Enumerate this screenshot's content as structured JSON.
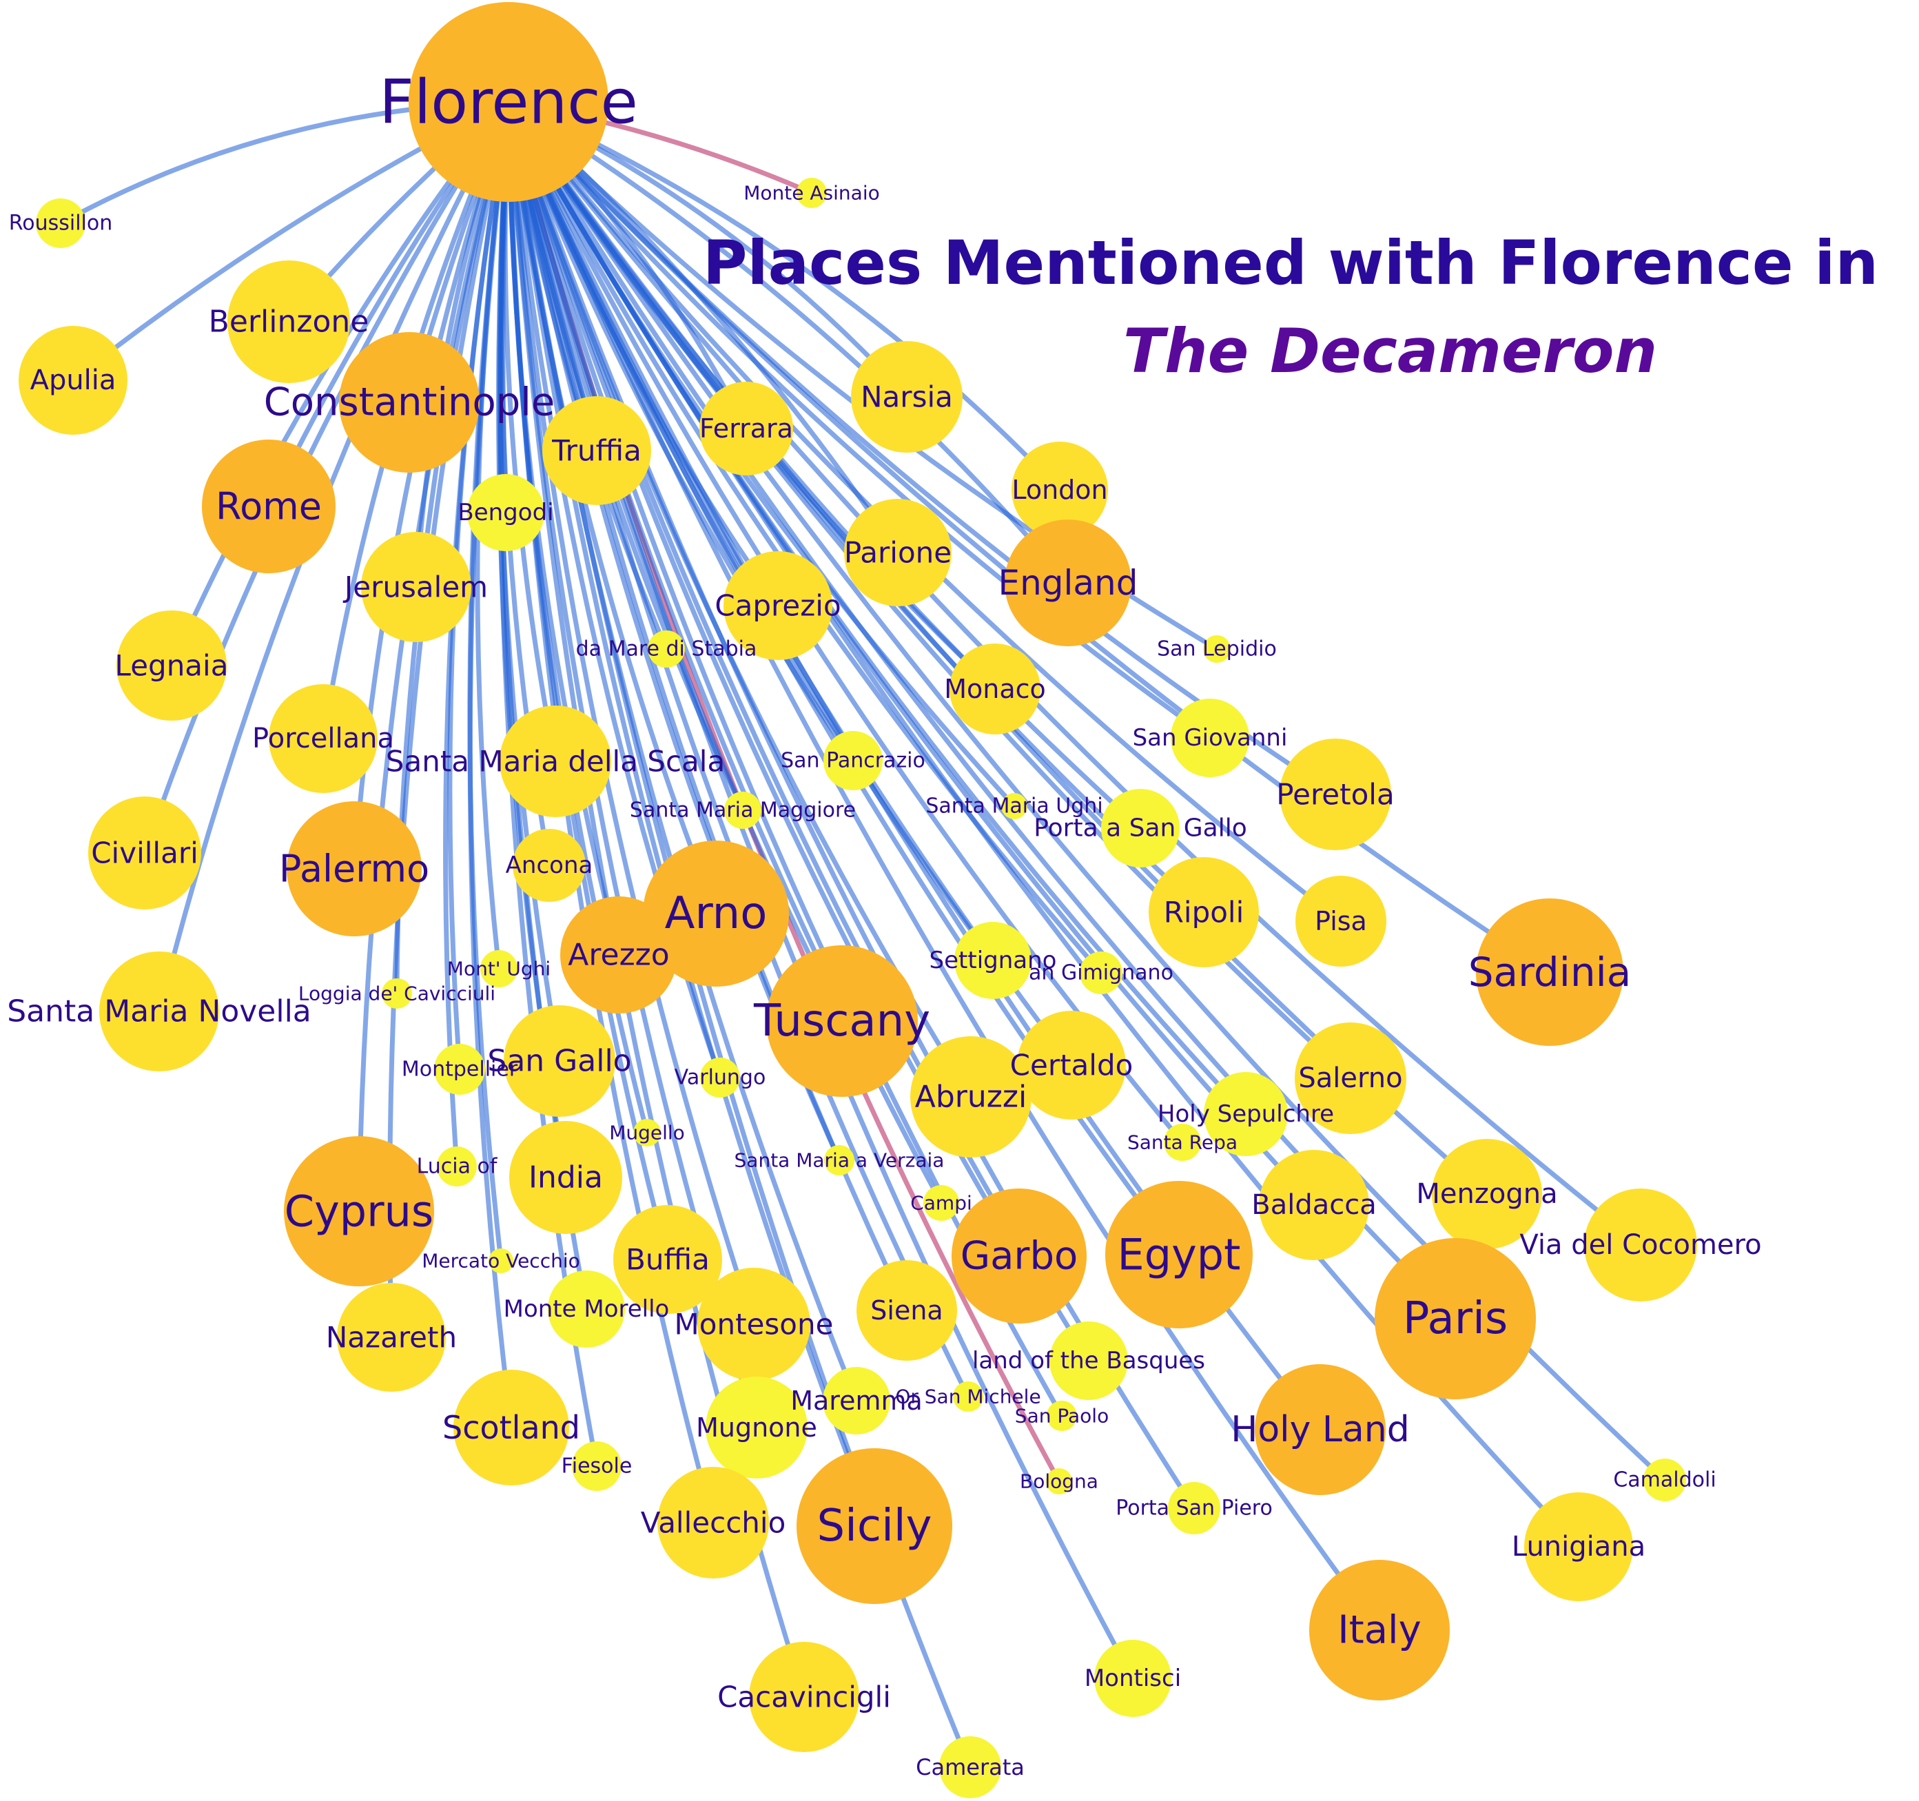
{
  "title": {
    "line1": "Places Mentioned with Florence in",
    "line2": "The Decameron"
  },
  "colors": {
    "title": "#2a0a9a",
    "title_italic": "#5a0a9a",
    "label": "#2d0a8c",
    "edge": "#1f5fd6",
    "edge_highlight": "#c85a86",
    "node_large": "#fbb52a",
    "node_mid": "#fde02e",
    "node_small": "#f7f535"
  },
  "nodes": [
    {
      "name": "Florence",
      "tier": "large"
    },
    {
      "name": "Monte Asinaio",
      "tier": "small"
    },
    {
      "name": "Roussillon",
      "tier": "small"
    },
    {
      "name": "Apulia",
      "tier": "mid"
    },
    {
      "name": "Berlinzone",
      "tier": "mid"
    },
    {
      "name": "Constantinople",
      "tier": "large"
    },
    {
      "name": "Rome",
      "tier": "large"
    },
    {
      "name": "Bengodi",
      "tier": "small"
    },
    {
      "name": "Truffia",
      "tier": "mid"
    },
    {
      "name": "Ferrara",
      "tier": "mid"
    },
    {
      "name": "Narsia",
      "tier": "mid"
    },
    {
      "name": "London",
      "tier": "mid"
    },
    {
      "name": "Parione",
      "tier": "mid"
    },
    {
      "name": "England",
      "tier": "large"
    },
    {
      "name": "Jerusalem",
      "tier": "mid"
    },
    {
      "name": "Caprezio",
      "tier": "mid"
    },
    {
      "name": "Legnaia",
      "tier": "mid"
    },
    {
      "name": "da Mare di Stabia",
      "tier": "small"
    },
    {
      "name": "San Lepidio",
      "tier": "small"
    },
    {
      "name": "Monaco",
      "tier": "mid"
    },
    {
      "name": "Porcellana",
      "tier": "mid"
    },
    {
      "name": "San Giovanni",
      "tier": "small"
    },
    {
      "name": "Santa Maria della Scala",
      "tier": "mid"
    },
    {
      "name": "San Pancrazio",
      "tier": "small"
    },
    {
      "name": "Peretola",
      "tier": "mid"
    },
    {
      "name": "Santa Maria Maggiore",
      "tier": "small"
    },
    {
      "name": "Santa Maria Ughi",
      "tier": "small"
    },
    {
      "name": "Porta a San Gallo",
      "tier": "small"
    },
    {
      "name": "Civillari",
      "tier": "mid"
    },
    {
      "name": "Palermo",
      "tier": "large"
    },
    {
      "name": "Ancona",
      "tier": "mid"
    },
    {
      "name": "Arno",
      "tier": "large"
    },
    {
      "name": "Ripoli",
      "tier": "mid"
    },
    {
      "name": "Pisa",
      "tier": "mid"
    },
    {
      "name": "Sardinia",
      "tier": "large"
    },
    {
      "name": "Arezzo",
      "tier": "large"
    },
    {
      "name": "Mont' Ughi",
      "tier": "small"
    },
    {
      "name": "Settignano",
      "tier": "small"
    },
    {
      "name": "San Gimignano",
      "tier": "small"
    },
    {
      "name": "Loggia de' Cavicciuli",
      "tier": "small"
    },
    {
      "name": "Santa Maria Novella",
      "tier": "mid"
    },
    {
      "name": "Tuscany",
      "tier": "large"
    },
    {
      "name": "San Gallo",
      "tier": "mid"
    },
    {
      "name": "Certaldo",
      "tier": "mid"
    },
    {
      "name": "Montpellier",
      "tier": "small"
    },
    {
      "name": "Varlungo",
      "tier": "small"
    },
    {
      "name": "Abruzzi",
      "tier": "mid"
    },
    {
      "name": "Salerno",
      "tier": "mid"
    },
    {
      "name": "Holy Sepulchre",
      "tier": "small"
    },
    {
      "name": "Mugello",
      "tier": "small"
    },
    {
      "name": "Santa Reparata",
      "tier": "small"
    },
    {
      "name": "Santa Lucia of Prato",
      "tier": "small"
    },
    {
      "name": "India",
      "tier": "mid"
    },
    {
      "name": "Santa Maria a Verzaia",
      "tier": "small"
    },
    {
      "name": "Cyprus",
      "tier": "large"
    },
    {
      "name": "Campi",
      "tier": "small"
    },
    {
      "name": "Baldacca",
      "tier": "mid"
    },
    {
      "name": "Menzogna",
      "tier": "mid"
    },
    {
      "name": "Garbo",
      "tier": "large"
    },
    {
      "name": "Egypt",
      "tier": "large"
    },
    {
      "name": "Via del Cocomero",
      "tier": "mid"
    },
    {
      "name": "Mercato Vecchio",
      "tier": "small"
    },
    {
      "name": "Buffia",
      "tier": "mid"
    },
    {
      "name": "Paris",
      "tier": "large"
    },
    {
      "name": "Monte Morello",
      "tier": "small"
    },
    {
      "name": "Montesone",
      "tier": "mid"
    },
    {
      "name": "Siena",
      "tier": "mid"
    },
    {
      "name": "Nazareth",
      "tier": "mid"
    },
    {
      "name": "land of the Basques",
      "tier": "small"
    },
    {
      "name": "Maremma",
      "tier": "small"
    },
    {
      "name": "Orsan Michele",
      "tier": "small"
    },
    {
      "name": "San Paolo",
      "tier": "small"
    },
    {
      "name": "Scotland",
      "tier": "mid"
    },
    {
      "name": "Mugnone",
      "tier": "small"
    },
    {
      "name": "Holy Land",
      "tier": "large"
    },
    {
      "name": "Fiesole",
      "tier": "small"
    },
    {
      "name": "Camaldoli",
      "tier": "small"
    },
    {
      "name": "Bologna",
      "tier": "small"
    },
    {
      "name": "Porta San Piero",
      "tier": "small"
    },
    {
      "name": "Vallecchio",
      "tier": "mid"
    },
    {
      "name": "Sicily",
      "tier": "large"
    },
    {
      "name": "Lunigiana",
      "tier": "mid"
    },
    {
      "name": "Italy",
      "tier": "large"
    },
    {
      "name": "Montisci",
      "tier": "small"
    },
    {
      "name": "Cacavincigli",
      "tier": "mid"
    },
    {
      "name": "Camerata",
      "tier": "small"
    }
  ],
  "node_labels": [
    {
      "name": "Florence",
      "text": "Florence"
    },
    {
      "name": "Monte Asinaio",
      "text": "Monte Asinaio"
    },
    {
      "name": "Roussillon",
      "text": "Roussillon"
    },
    {
      "name": "Apulia",
      "text": "Apulia"
    },
    {
      "name": "Berlinzone",
      "text": "Berlinzone"
    },
    {
      "name": "Constantinople",
      "text": "Constantinople"
    },
    {
      "name": "Rome",
      "text": "Rome"
    },
    {
      "name": "Bengodi",
      "text": "Bengodi"
    },
    {
      "name": "Truffia",
      "text": "Truffia"
    },
    {
      "name": "Ferrara",
      "text": "Ferrara"
    },
    {
      "name": "Narsia",
      "text": "Narsia"
    },
    {
      "name": "London",
      "text": "London"
    },
    {
      "name": "Parione",
      "text": "Parione"
    },
    {
      "name": "England",
      "text": "England"
    },
    {
      "name": "Jerusalem",
      "text": "Jerusalem"
    },
    {
      "name": "Caprezio",
      "text": "Caprezio"
    },
    {
      "name": "Legnaia",
      "text": "Legnaia"
    },
    {
      "name": "da Mare di Stabia",
      "text": "da Mare di Stabia"
    },
    {
      "name": "San Lepidio",
      "text": "San Lepidio"
    },
    {
      "name": "Monaco",
      "text": "Monaco"
    },
    {
      "name": "Porcellana",
      "text": "Porcellana"
    },
    {
      "name": "San Giovanni",
      "text": "San Giovanni"
    },
    {
      "name": "Santa Maria della Scala",
      "text": "Santa Maria della Scala"
    },
    {
      "name": "San Pancrazio",
      "text": "San Pancrazio"
    },
    {
      "name": "Peretola",
      "text": "Peretola"
    },
    {
      "name": "Santa Maria Maggiore",
      "text": "Santa Maria Maggiore"
    },
    {
      "name": "Santa Maria Ughi",
      "text": "Santa Maria Ughi"
    },
    {
      "name": "Porta a San Gallo",
      "text": "Porta a San Gallo"
    },
    {
      "name": "Civillari",
      "text": "Civillari"
    },
    {
      "name": "Palermo",
      "text": "Palermo"
    },
    {
      "name": "Ancona",
      "text": "Ancona"
    },
    {
      "name": "Arno",
      "text": "Arno"
    },
    {
      "name": "Ripoli",
      "text": "Ripoli"
    },
    {
      "name": "Pisa",
      "text": "Pisa"
    },
    {
      "name": "Sardinia",
      "text": "Sardinia"
    },
    {
      "name": "Arezzo",
      "text": "Arezzo"
    },
    {
      "name": "Mont' Ughi",
      "text": "Mont' Ughi"
    },
    {
      "name": "Settignano",
      "text": "Settignano"
    },
    {
      "name": "San Gimignano",
      "text": "an Gimignano"
    },
    {
      "name": "Loggia de' Cavicciuli",
      "text": "Loggia de' Cavicciuli"
    },
    {
      "name": "Santa Maria Novella",
      "text": "Santa Maria Novella"
    },
    {
      "name": "Tuscany",
      "text": "Tuscany"
    },
    {
      "name": "San Gallo",
      "text": "San Gallo"
    },
    {
      "name": "Certaldo",
      "text": "Certaldo"
    },
    {
      "name": "Montpellier",
      "text": "Montpellier"
    },
    {
      "name": "Varlungo",
      "text": "Varlungo"
    },
    {
      "name": "Abruzzi",
      "text": "Abruzzi"
    },
    {
      "name": "Salerno",
      "text": "Salerno"
    },
    {
      "name": "Holy Sepulchre",
      "text": "Holy Sepulchre"
    },
    {
      "name": "Mugello",
      "text": "Mugello"
    },
    {
      "name": "Santa Reparata",
      "text": "Santa Repa"
    },
    {
      "name": "Santa Lucia of Prato",
      "text": "Lucia of"
    },
    {
      "name": "India",
      "text": "India"
    },
    {
      "name": "Santa Maria a Verzaia",
      "text": "Santa Maria a Verzaia"
    },
    {
      "name": "Cyprus",
      "text": "Cyprus"
    },
    {
      "name": "Campi",
      "text": "Campi"
    },
    {
      "name": "Baldacca",
      "text": "Baldacca"
    },
    {
      "name": "Menzogna",
      "text": "Menzogna"
    },
    {
      "name": "Garbo",
      "text": "Garbo"
    },
    {
      "name": "Egypt",
      "text": "Egypt"
    },
    {
      "name": "Via del Cocomero",
      "text": "Via del Cocomero"
    },
    {
      "name": "Mercato Vecchio",
      "text": "Mercato Vecchio"
    },
    {
      "name": "Buffia",
      "text": "Buffia"
    },
    {
      "name": "Paris",
      "text": "Paris"
    },
    {
      "name": "Monte Morello",
      "text": "Monte Morello"
    },
    {
      "name": "Montesone",
      "text": "Montesone"
    },
    {
      "name": "Siena",
      "text": "Siena"
    },
    {
      "name": "Nazareth",
      "text": "Nazareth"
    },
    {
      "name": "land of the Basques",
      "text": "land of the Basques"
    },
    {
      "name": "Maremma",
      "text": "Maremma"
    },
    {
      "name": "Orsan Michele",
      "text": "Or San Michele"
    },
    {
      "name": "San Paolo",
      "text": "San Paolo"
    },
    {
      "name": "Scotland",
      "text": "Scotland"
    },
    {
      "name": "Mugnone",
      "text": "Mugnone"
    },
    {
      "name": "Holy Land",
      "text": "Holy Land"
    },
    {
      "name": "Fiesole",
      "text": "Fiesole"
    },
    {
      "name": "Camaldoli",
      "text": "Camaldoli"
    },
    {
      "name": "Bologna",
      "text": "Bologna"
    },
    {
      "name": "Porta San Piero",
      "text": "Porta San Piero"
    },
    {
      "name": "Vallecchio",
      "text": "Vallecchio"
    },
    {
      "name": "Sicily",
      "text": "Sicily"
    },
    {
      "name": "Lunigiana",
      "text": "Lunigiana"
    },
    {
      "name": "Italy",
      "text": "Italy"
    },
    {
      "name": "Montisci",
      "text": "Montisci"
    },
    {
      "name": "Cacavincigli",
      "text": "Cacavincigli"
    },
    {
      "name": "Camerata",
      "text": "Camerata"
    }
  ],
  "edges": [
    {
      "source": "Florence",
      "target": "Monte Asinaio",
      "highlight": true
    },
    {
      "source": "Florence",
      "target": "Bologna",
      "highlight": true
    },
    {
      "source": "Florence",
      "target": "Roussillon",
      "highlight": false
    },
    {
      "source": "Florence",
      "target": "Apulia",
      "highlight": false
    },
    {
      "source": "Florence",
      "target": "Berlinzone",
      "highlight": false
    },
    {
      "source": "Florence",
      "target": "Constantinople",
      "highlight": false
    },
    {
      "source": "Florence",
      "target": "Rome",
      "highlight": false
    },
    {
      "source": "Florence",
      "target": "Bengodi",
      "highlight": false
    },
    {
      "source": "Florence",
      "target": "Truffia",
      "highlight": false
    },
    {
      "source": "Florence",
      "target": "Ferrara",
      "highlight": false
    },
    {
      "source": "Florence",
      "target": "Narsia",
      "highlight": false
    },
    {
      "source": "Florence",
      "target": "London",
      "highlight": false
    },
    {
      "source": "Florence",
      "target": "Parione",
      "highlight": false
    },
    {
      "source": "Florence",
      "target": "England",
      "highlight": false
    },
    {
      "source": "Florence",
      "target": "Jerusalem",
      "highlight": false
    },
    {
      "source": "Florence",
      "target": "Caprezio",
      "highlight": false
    },
    {
      "source": "Florence",
      "target": "Legnaia",
      "highlight": false
    },
    {
      "source": "Florence",
      "target": "da Mare di Stabia",
      "highlight": false
    },
    {
      "source": "Florence",
      "target": "San Lepidio",
      "highlight": false
    },
    {
      "source": "Florence",
      "target": "Monaco",
      "highlight": false
    },
    {
      "source": "Florence",
      "target": "Porcellana",
      "highlight": false
    },
    {
      "source": "Florence",
      "target": "San Giovanni",
      "highlight": false
    },
    {
      "source": "Florence",
      "target": "Santa Maria della Scala",
      "highlight": false
    },
    {
      "source": "Florence",
      "target": "San Pancrazio",
      "highlight": false
    },
    {
      "source": "Florence",
      "target": "Peretola",
      "highlight": false
    },
    {
      "source": "Florence",
      "target": "Santa Maria Maggiore",
      "highlight": false
    },
    {
      "source": "Florence",
      "target": "Santa Maria Ughi",
      "highlight": false
    },
    {
      "source": "Florence",
      "target": "Porta a San Gallo",
      "highlight": false
    },
    {
      "source": "Florence",
      "target": "Civillari",
      "highlight": false
    },
    {
      "source": "Florence",
      "target": "Palermo",
      "highlight": false
    },
    {
      "source": "Florence",
      "target": "Ancona",
      "highlight": false
    },
    {
      "source": "Florence",
      "target": "Arno",
      "highlight": false
    },
    {
      "source": "Florence",
      "target": "Ripoli",
      "highlight": false
    },
    {
      "source": "Florence",
      "target": "Pisa",
      "highlight": false
    },
    {
      "source": "Florence",
      "target": "Sardinia",
      "highlight": false
    },
    {
      "source": "Florence",
      "target": "Arezzo",
      "highlight": false
    },
    {
      "source": "Florence",
      "target": "Mont' Ughi",
      "highlight": false
    },
    {
      "source": "Florence",
      "target": "Settignano",
      "highlight": false
    },
    {
      "source": "Florence",
      "target": "San Gimignano",
      "highlight": false
    },
    {
      "source": "Florence",
      "target": "Loggia de' Cavicciuli",
      "highlight": false
    },
    {
      "source": "Florence",
      "target": "Santa Maria Novella",
      "highlight": false
    },
    {
      "source": "Florence",
      "target": "Tuscany",
      "highlight": false
    },
    {
      "source": "Florence",
      "target": "San Gallo",
      "highlight": false
    },
    {
      "source": "Florence",
      "target": "Certaldo",
      "highlight": false
    },
    {
      "source": "Florence",
      "target": "Montpellier",
      "highlight": false
    },
    {
      "source": "Florence",
      "target": "Varlungo",
      "highlight": false
    },
    {
      "source": "Florence",
      "target": "Abruzzi",
      "highlight": false
    },
    {
      "source": "Florence",
      "target": "Salerno",
      "highlight": false
    },
    {
      "source": "Florence",
      "target": "Holy Sepulchre",
      "highlight": false
    },
    {
      "source": "Florence",
      "target": "Mugello",
      "highlight": false
    },
    {
      "source": "Florence",
      "target": "Santa Reparata",
      "highlight": false
    },
    {
      "source": "Florence",
      "target": "Santa Lucia of Prato",
      "highlight": false
    },
    {
      "source": "Florence",
      "target": "India",
      "highlight": false
    },
    {
      "source": "Florence",
      "target": "Santa Maria a Verzaia",
      "highlight": false
    },
    {
      "source": "Florence",
      "target": "Cyprus",
      "highlight": false
    },
    {
      "source": "Florence",
      "target": "Campi",
      "highlight": false
    },
    {
      "source": "Florence",
      "target": "Baldacca",
      "highlight": false
    },
    {
      "source": "Florence",
      "target": "Menzogna",
      "highlight": false
    },
    {
      "source": "Florence",
      "target": "Garbo",
      "highlight": false
    },
    {
      "source": "Florence",
      "target": "Egypt",
      "highlight": false
    },
    {
      "source": "Florence",
      "target": "Via del Cocomero",
      "highlight": false
    },
    {
      "source": "Florence",
      "target": "Mercato Vecchio",
      "highlight": false
    },
    {
      "source": "Florence",
      "target": "Buffia",
      "highlight": false
    },
    {
      "source": "Florence",
      "target": "Paris",
      "highlight": false
    },
    {
      "source": "Florence",
      "target": "Monte Morello",
      "highlight": false
    },
    {
      "source": "Florence",
      "target": "Montesone",
      "highlight": false
    },
    {
      "source": "Florence",
      "target": "Siena",
      "highlight": false
    },
    {
      "source": "Florence",
      "target": "Nazareth",
      "highlight": false
    },
    {
      "source": "Florence",
      "target": "land of the Basques",
      "highlight": false
    },
    {
      "source": "Florence",
      "target": "Maremma",
      "highlight": false
    },
    {
      "source": "Florence",
      "target": "Orsan Michele",
      "highlight": false
    },
    {
      "source": "Florence",
      "target": "San Paolo",
      "highlight": false
    },
    {
      "source": "Florence",
      "target": "Scotland",
      "highlight": false
    },
    {
      "source": "Florence",
      "target": "Mugnone",
      "highlight": false
    },
    {
      "source": "Florence",
      "target": "Holy Land",
      "highlight": false
    },
    {
      "source": "Florence",
      "target": "Fiesole",
      "highlight": false
    },
    {
      "source": "Florence",
      "target": "Camaldoli",
      "highlight": false
    },
    {
      "source": "Florence",
      "target": "Porta San Piero",
      "highlight": false
    },
    {
      "source": "Florence",
      "target": "Vallecchio",
      "highlight": false
    },
    {
      "source": "Florence",
      "target": "Sicily",
      "highlight": false
    },
    {
      "source": "Florence",
      "target": "Lunigiana",
      "highlight": false
    },
    {
      "source": "Florence",
      "target": "Italy",
      "highlight": false
    },
    {
      "source": "Florence",
      "target": "Montisci",
      "highlight": false
    },
    {
      "source": "Florence",
      "target": "Cacavincigli",
      "highlight": false
    },
    {
      "source": "Florence",
      "target": "Camerata",
      "highlight": false
    }
  ]
}
